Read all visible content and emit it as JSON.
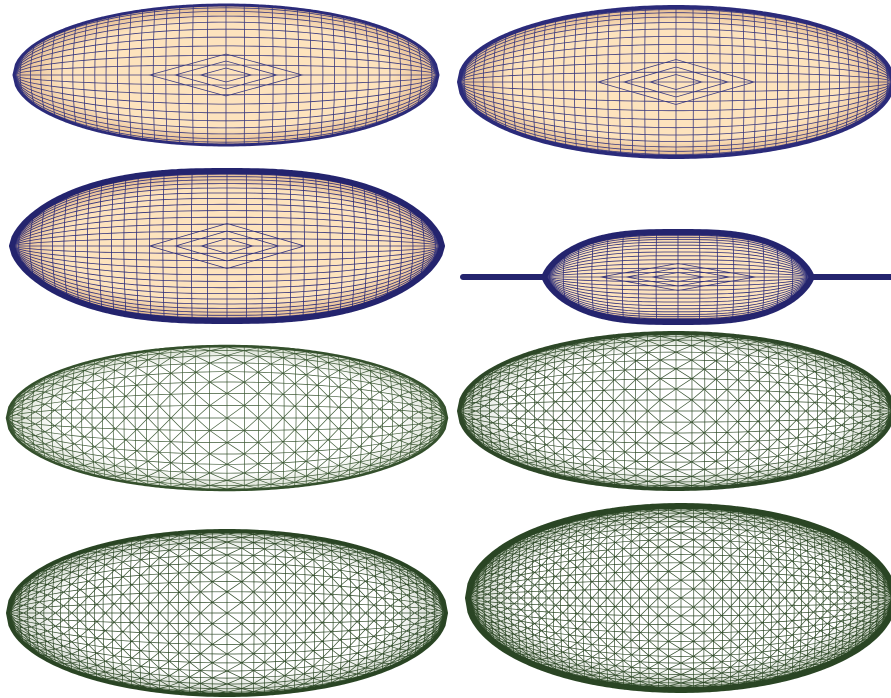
{
  "meshes": [
    {
      "name": "mesh-top-left",
      "profile": "ellipse",
      "style": "quad",
      "fill_light": "#fde3bd",
      "fill_dark": "#d9a779",
      "line": "#38387e",
      "rim": "#2b2b7a",
      "rings": 11,
      "spokes": 36
    },
    {
      "name": "mesh-top-right",
      "profile": "ellipse",
      "style": "quad",
      "fill_light": "#fde3bd",
      "fill_dark": "#d9a779",
      "line": "#38387e",
      "rim": "#2b2b7a",
      "rings": 12,
      "spokes": 40
    },
    {
      "name": "mesh-second-left",
      "profile": "pointed",
      "style": "quad",
      "fill_light": "#fde3bd",
      "fill_dark": "#d9a779",
      "line": "#2f2f7a",
      "rim": "#24246e",
      "rings": 16,
      "spokes": 34
    },
    {
      "name": "mesh-second-right",
      "profile": "spindle",
      "style": "quad",
      "fill_light": "#fde3bd",
      "fill_dark": "#d9a779",
      "line": "#2f2f7a",
      "rim": "#24246e",
      "rings": 16,
      "spokes": 30,
      "axis_line": true
    },
    {
      "name": "mesh-third-left",
      "profile": "ellipse",
      "style": "tri",
      "fill_light": "#ffffff",
      "fill_dark": "#c7d1bd",
      "line": "#3e5a36",
      "rim": "#34502c",
      "rings": 9,
      "spokes": 40
    },
    {
      "name": "mesh-third-right",
      "profile": "ellipse",
      "style": "tri",
      "fill_light": "#ffffff",
      "fill_dark": "#b8c4b0",
      "line": "#334e2c",
      "rim": "#2d4727",
      "rings": 11,
      "spokes": 44
    },
    {
      "name": "mesh-bottom-left",
      "profile": "ellipse",
      "style": "tri",
      "fill_light": "#ffffff",
      "fill_dark": "#b3bfad",
      "line": "#2f4a28",
      "rim": "#2a4524",
      "rings": 12,
      "spokes": 48
    },
    {
      "name": "mesh-bottom-right",
      "profile": "ellipse",
      "style": "tri",
      "fill_light": "#ffffff",
      "fill_dark": "#a7b59f",
      "line": "#2f4a28",
      "rim": "#2a4524",
      "rings": 16,
      "spokes": 56
    }
  ]
}
